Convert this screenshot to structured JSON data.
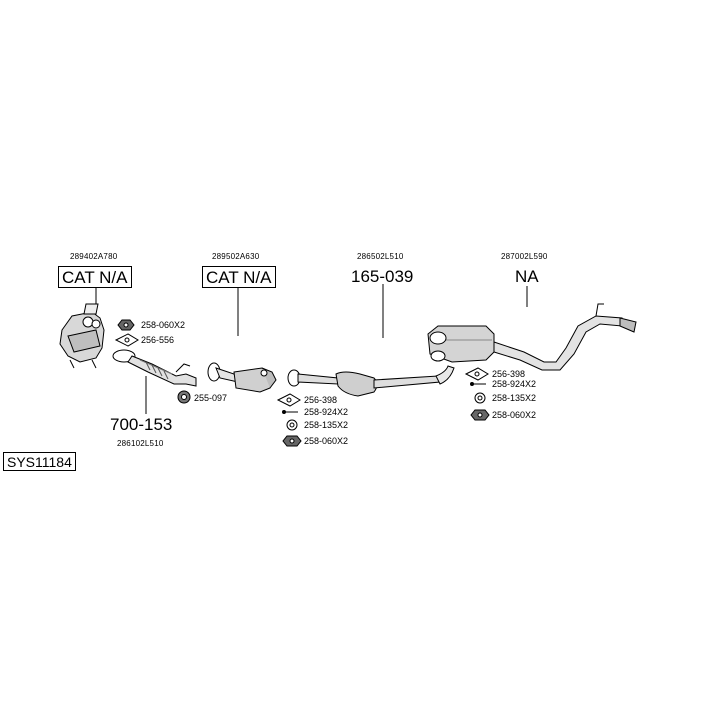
{
  "system_code": "SYS11184",
  "assemblies": [
    {
      "oem": "289402A780",
      "label": "CAT N/A"
    },
    {
      "oem": "289502A630",
      "label": "CAT N/A"
    },
    {
      "oem": "286502L510",
      "label": "165-039"
    },
    {
      "oem": "287002L590",
      "label": "NA"
    },
    {
      "oem": "286102L510",
      "label": "700-153"
    }
  ],
  "parts": {
    "front_nut": "258-060X2",
    "front_gasket": "256-556",
    "flex_ring": "255-097",
    "mid_gasket": "256-398",
    "mid_bolt": "258-924X2",
    "mid_spring": "258-135X2",
    "mid_nut": "258-060X2",
    "rear_gasket": "256-398",
    "rear_bolt": "258-924X2",
    "rear_spring": "258-135X2",
    "rear_nut": "258-060X2"
  }
}
